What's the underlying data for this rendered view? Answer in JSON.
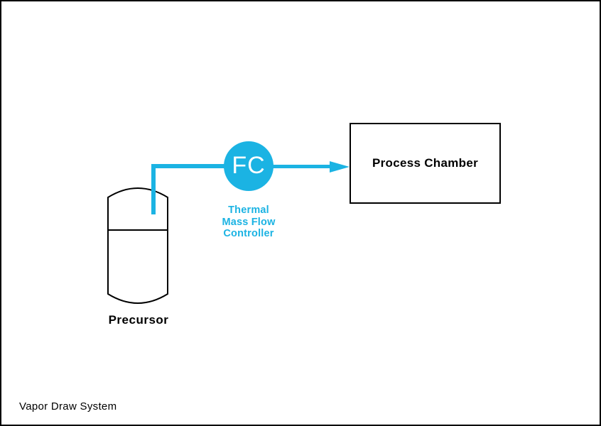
{
  "title": "Vapor Draw System",
  "diagram": {
    "precursor": {
      "label": "Precursor"
    },
    "flow_controller": {
      "symbol": "FC",
      "caption_lines": [
        "Thermal",
        "Mass Flow",
        "Controller"
      ]
    },
    "process_chamber": {
      "label": "Process Chamber"
    }
  },
  "colors": {
    "accent": "#1bb3e3",
    "line": "#000000",
    "background": "#ffffff"
  }
}
